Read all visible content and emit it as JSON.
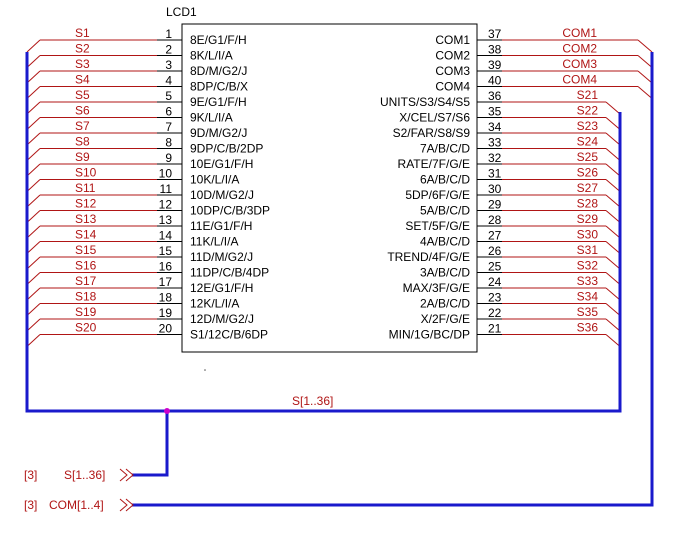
{
  "component": {
    "designator": "LCD1",
    "left_pins": [
      {
        "num": "1",
        "name": "8E/G1/F/H",
        "net": "S1"
      },
      {
        "num": "2",
        "name": "8K/L/I/A",
        "net": "S2"
      },
      {
        "num": "3",
        "name": "8D/M/G2/J",
        "net": "S3"
      },
      {
        "num": "4",
        "name": "8DP/C/B/X",
        "net": "S4"
      },
      {
        "num": "5",
        "name": "9E/G1/F/H",
        "net": "S5"
      },
      {
        "num": "6",
        "name": "9K/L/I/A",
        "net": "S6"
      },
      {
        "num": "7",
        "name": "9D/M/G2/J",
        "net": "S7"
      },
      {
        "num": "8",
        "name": "9DP/C/B/2DP",
        "net": "S8"
      },
      {
        "num": "9",
        "name": "10E/G1/F/H",
        "net": "S9"
      },
      {
        "num": "10",
        "name": "10K/L/I/A",
        "net": "S10"
      },
      {
        "num": "11",
        "name": "10D/M/G2/J",
        "net": "S11"
      },
      {
        "num": "12",
        "name": "10DP/C/B/3DP",
        "net": "S12"
      },
      {
        "num": "13",
        "name": "11E/G1/F/H",
        "net": "S13"
      },
      {
        "num": "14",
        "name": "11K/L/I/A",
        "net": "S14"
      },
      {
        "num": "15",
        "name": "11D/M/G2/J",
        "net": "S15"
      },
      {
        "num": "16",
        "name": "11DP/C/B/4DP",
        "net": "S16"
      },
      {
        "num": "17",
        "name": "12E/G1/F/H",
        "net": "S17"
      },
      {
        "num": "18",
        "name": "12K/L/I/A",
        "net": "S18"
      },
      {
        "num": "19",
        "name": "12D/M/G2/J",
        "net": "S19"
      },
      {
        "num": "20",
        "name": "S1/12C/B/6DP",
        "net": "S20"
      }
    ],
    "right_pins": [
      {
        "num": "37",
        "name": "COM1",
        "net": "COM1"
      },
      {
        "num": "38",
        "name": "COM2",
        "net": "COM2"
      },
      {
        "num": "39",
        "name": "COM3",
        "net": "COM3"
      },
      {
        "num": "40",
        "name": "COM4",
        "net": "COM4"
      },
      {
        "num": "36",
        "name": "UNITS/S3/S4/S5",
        "net": "S21"
      },
      {
        "num": "35",
        "name": "X/CEL/S7/S6",
        "net": "S22"
      },
      {
        "num": "34",
        "name": "S2/FAR/S8/S9",
        "net": "S23"
      },
      {
        "num": "33",
        "name": "7A/B/C/D",
        "net": "S24"
      },
      {
        "num": "32",
        "name": "RATE/7F/G/E",
        "net": "S25"
      },
      {
        "num": "31",
        "name": "6A/B/C/D",
        "net": "S26"
      },
      {
        "num": "30",
        "name": "5DP/6F/G/E",
        "net": "S27"
      },
      {
        "num": "29",
        "name": "5A/B/C/D",
        "net": "S28"
      },
      {
        "num": "28",
        "name": "SET/5F/G/E",
        "net": "S29"
      },
      {
        "num": "27",
        "name": "4A/B/C/D",
        "net": "S30"
      },
      {
        "num": "26",
        "name": "TREND/4F/G/E",
        "net": "S31"
      },
      {
        "num": "25",
        "name": "3A/B/C/D",
        "net": "S32"
      },
      {
        "num": "24",
        "name": "MAX/3F/G/E",
        "net": "S33"
      },
      {
        "num": "23",
        "name": "2A/B/C/D",
        "net": "S34"
      },
      {
        "num": "22",
        "name": "X/2F/G/E",
        "net": "S35"
      },
      {
        "num": "21",
        "name": "MIN/1G/BC/DP",
        "net": "S36"
      }
    ]
  },
  "bus": {
    "segment_label": "S[1..36]"
  },
  "ports": [
    {
      "sheet_ref": "[3]",
      "name": "S[1..36]"
    },
    {
      "sheet_ref": "[3]",
      "name": "COM[1..4]"
    }
  ],
  "colors": {
    "wire": "#b01515",
    "bus": "#1a1acc",
    "junction": "#cc00cc",
    "body_outline": "#000000"
  }
}
